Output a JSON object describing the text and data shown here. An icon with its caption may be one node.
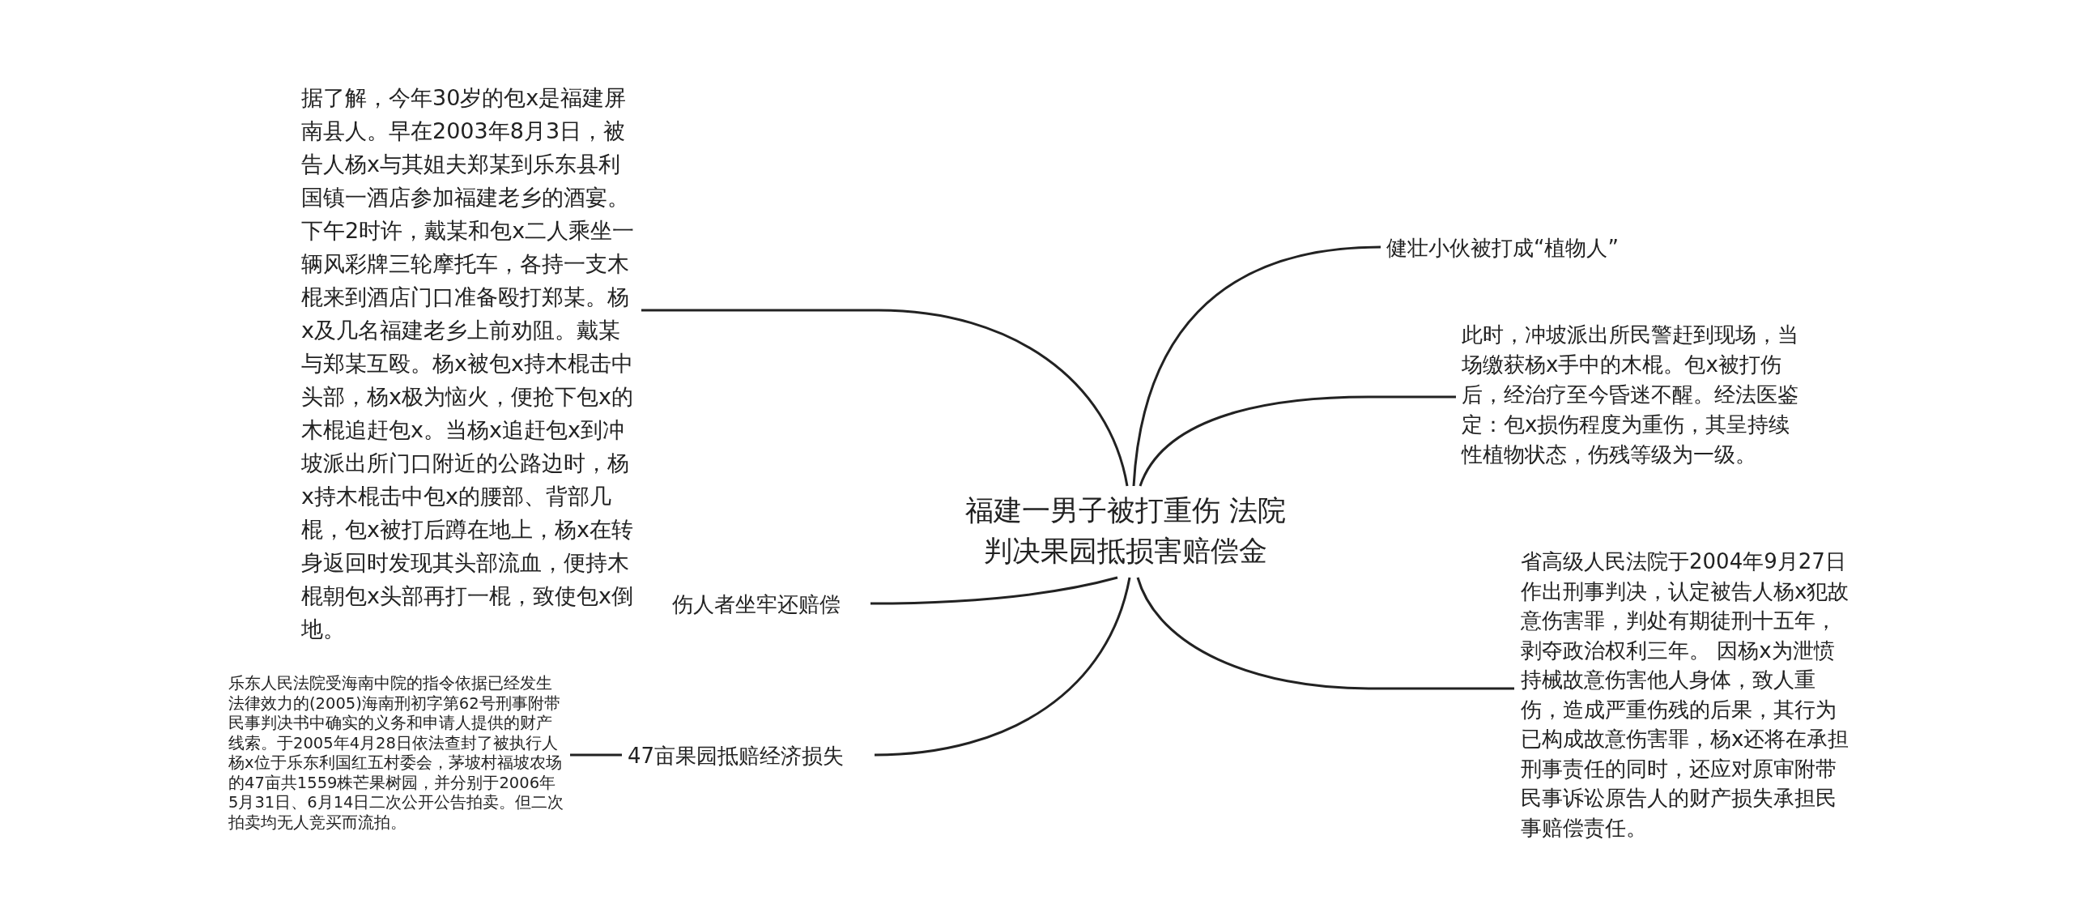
{
  "diagram": {
    "nodes": [
      {
        "text": [
          "福建一男子被打重伤 法院判决果园抵损害赔偿金"
        ]
      },
      {
        "text": [
          "据了解，今年30岁的包x是福建屏南县人。早在2003年8月3日，被告人杨x与其姐夫郑某到乐东县利国镇一酒店参加福建老乡的酒宴。下午2时许，戴某和包x二人乘坐一辆风彩牌三轮摩托车，各持一支木棍来到酒店门口准备殴打郑某。杨x及几名福建老乡上前劝阻。戴某与郑某互殴。杨x被包x持木棍击中头部，杨x极为恼火，便抢下包x的木棍追赶包x。当杨x追赶包x到冲坡派出所门口附近的公路边时，杨x持木棍击中包x的腰部、背部几棍，包x被打后蹲在地上，杨x在转身返回时发现其头部流血，便持木棍朝包x头部再打一棍，致使包x倒地。"
        ]
      },
      {
        "text": [
          "健壮小伙被打成“植物人”"
        ]
      },
      {
        "text": [
          "此时，冲坡派出所民警赶到现场，当场缴获杨x手中的木棍。包x被打伤后，经治疗至今昏迷不醒。经法医鉴定：包x损伤程度为重伤，其呈持续性植物状态，伤残等级为一级。"
        ]
      },
      {
        "text": [
          "伤人者坐牢还赔偿"
        ]
      },
      {
        "text": [
          "省高级人民法院于2004年9月27日作出刑事判决，认定被告人杨x犯故意伤害罪，判处有期徒刑十五年，剥夺政治权利三年。 因杨x为泄愤持械故意伤害他人身体，致人重伤，造成严重伤残的后果，其行为已构成故意伤害罪，杨x还将在承担刑事责任的同时，还应对原审附带民事诉讼原告人的财产损失承担民事赔偿责任。"
        ]
      },
      {
        "text": [
          "47亩果园抵赔经济损失"
        ]
      },
      {
        "text": [
          "乐东人民法院受海南中院的指令依据已经发生法律效力的(2005)海南刑初字第62号刑事附带民事判决书中确实的义务和申请人提供的财产线索。于2005年4月28日依法查封了被执行人杨x位于乐东利国红五村委会，茅坡村福坡农场的47亩共1559株芒果树园，并分别于2006年5月31日、6月14日二次公开公告拍卖。但二次拍卖均无人竞买而流拍。"
        ]
      }
    ],
    "edges": [
      {
        "from": 0,
        "to": 1,
        "arrow": "none"
      },
      {
        "from": 0,
        "to": 2,
        "arrow": "none"
      },
      {
        "from": 0,
        "to": 3,
        "arrow": "none"
      },
      {
        "from": 0,
        "to": 4,
        "arrow": "none"
      },
      {
        "from": 0,
        "to": 5,
        "arrow": "none"
      },
      {
        "from": 0,
        "to": 6,
        "arrow": "none"
      },
      {
        "from": 6,
        "to": 7,
        "arrow": "none"
      }
    ]
  }
}
